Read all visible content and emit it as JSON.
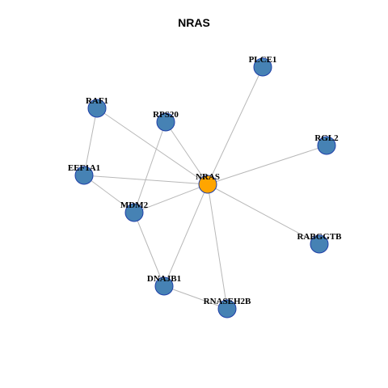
{
  "title": "NRAS",
  "colors": {
    "center": "#FFA500",
    "node": "#4682B4",
    "border": "#1F3FA8",
    "edge": "#B8B8B8"
  },
  "nodes": [
    {
      "id": "NRAS",
      "label": "NRAS",
      "type": "center"
    },
    {
      "id": "PLCE1",
      "label": "PLCE1",
      "type": "partner"
    },
    {
      "id": "RAF1",
      "label": "RAF1",
      "type": "partner"
    },
    {
      "id": "RPS20",
      "label": "RPS20",
      "type": "partner"
    },
    {
      "id": "RGL2",
      "label": "RGL2",
      "type": "partner"
    },
    {
      "id": "EEF1A1",
      "label": "EEF1A1",
      "type": "partner"
    },
    {
      "id": "MDM2",
      "label": "MDM2",
      "type": "partner"
    },
    {
      "id": "RABGGTB",
      "label": "RABGGTB",
      "type": "partner"
    },
    {
      "id": "DNAJB1",
      "label": "DNAJB1",
      "type": "partner"
    },
    {
      "id": "RNASEH2B",
      "label": "RNASEH2B",
      "type": "partner"
    }
  ],
  "edges": [
    [
      "NRAS",
      "PLCE1"
    ],
    [
      "NRAS",
      "RAF1"
    ],
    [
      "NRAS",
      "RPS20"
    ],
    [
      "NRAS",
      "RGL2"
    ],
    [
      "NRAS",
      "EEF1A1"
    ],
    [
      "NRAS",
      "MDM2"
    ],
    [
      "NRAS",
      "RABGGTB"
    ],
    [
      "NRAS",
      "DNAJB1"
    ],
    [
      "NRAS",
      "RNASEH2B"
    ],
    [
      "RAF1",
      "EEF1A1"
    ],
    [
      "RPS20",
      "MDM2"
    ],
    [
      "EEF1A1",
      "MDM2"
    ],
    [
      "MDM2",
      "DNAJB1"
    ],
    [
      "DNAJB1",
      "RNASEH2B"
    ]
  ]
}
